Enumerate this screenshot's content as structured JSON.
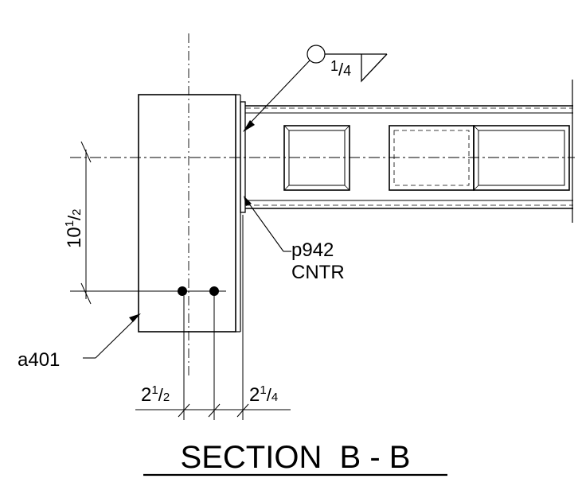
{
  "drawing": {
    "title": "SECTION  B - B",
    "weld_size": {
      "whole": "",
      "numerator": "1",
      "denominator": "4"
    },
    "labels": {
      "plate": "p942",
      "plate_note": "CNTR",
      "angle": "a401"
    },
    "dimensions": {
      "vertical": {
        "whole": "10",
        "numerator": "1",
        "denominator": "2"
      },
      "bolt_to_face": {
        "whole": "2",
        "numerator": "1",
        "denominator": "2"
      },
      "face_gap": {
        "whole": "2",
        "numerator": "1",
        "denominator": "4"
      }
    },
    "colors": {
      "ink": "#000000",
      "paper": "#ffffff"
    }
  }
}
